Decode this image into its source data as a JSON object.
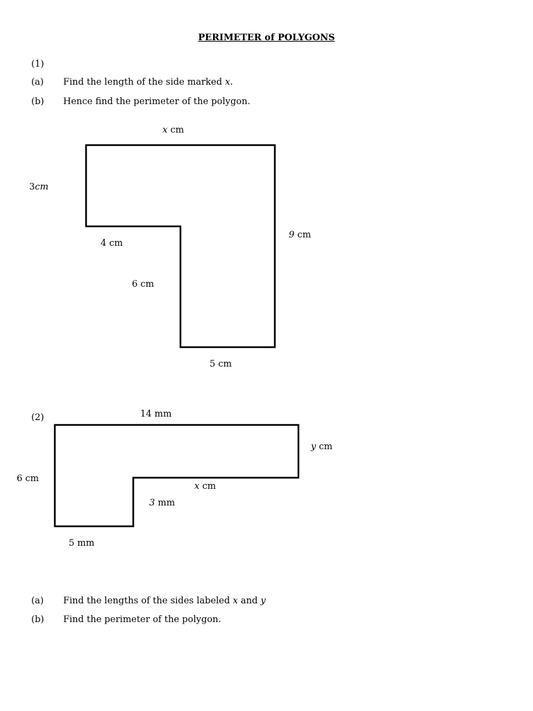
{
  "title": "PERIMETER of POLYGONS",
  "q1": {
    "number": "(1)",
    "parts": [
      {
        "label": "(a)",
        "text_before": "Find the length of the side marked ",
        "var": "x",
        "text_after": "."
      },
      {
        "label": "(b)",
        "text_before": "Hence find the perimeter of the polygon.",
        "var": "",
        "text_after": ""
      }
    ],
    "dims": {
      "top": {
        "var": "x",
        "unit": " cm"
      },
      "left": {
        "num": "3",
        "unit": "cm"
      },
      "right": {
        "num": "9",
        "unit": " cm"
      },
      "inner_horizontal": "4 cm",
      "inner_vertical": "6 cm",
      "bottom": "5 cm"
    }
  },
  "q2": {
    "number": "(2)",
    "dims": {
      "top": "14  mm",
      "right": {
        "var": "y",
        "unit": " cm"
      },
      "left": "6 cm",
      "inner_horizontal": {
        "var": "x",
        "unit": " cm"
      },
      "inner_vertical": {
        "num": "3",
        "unit": " mm"
      },
      "bottom": "5 mm"
    },
    "parts": [
      {
        "label": "(a)",
        "text_before": "Find the lengths of the sides labeled ",
        "var1": "x",
        "mid": " and ",
        "var2": "y"
      },
      {
        "label": "(b)",
        "text_before": "Find the perimeter of the polygon."
      }
    ]
  }
}
